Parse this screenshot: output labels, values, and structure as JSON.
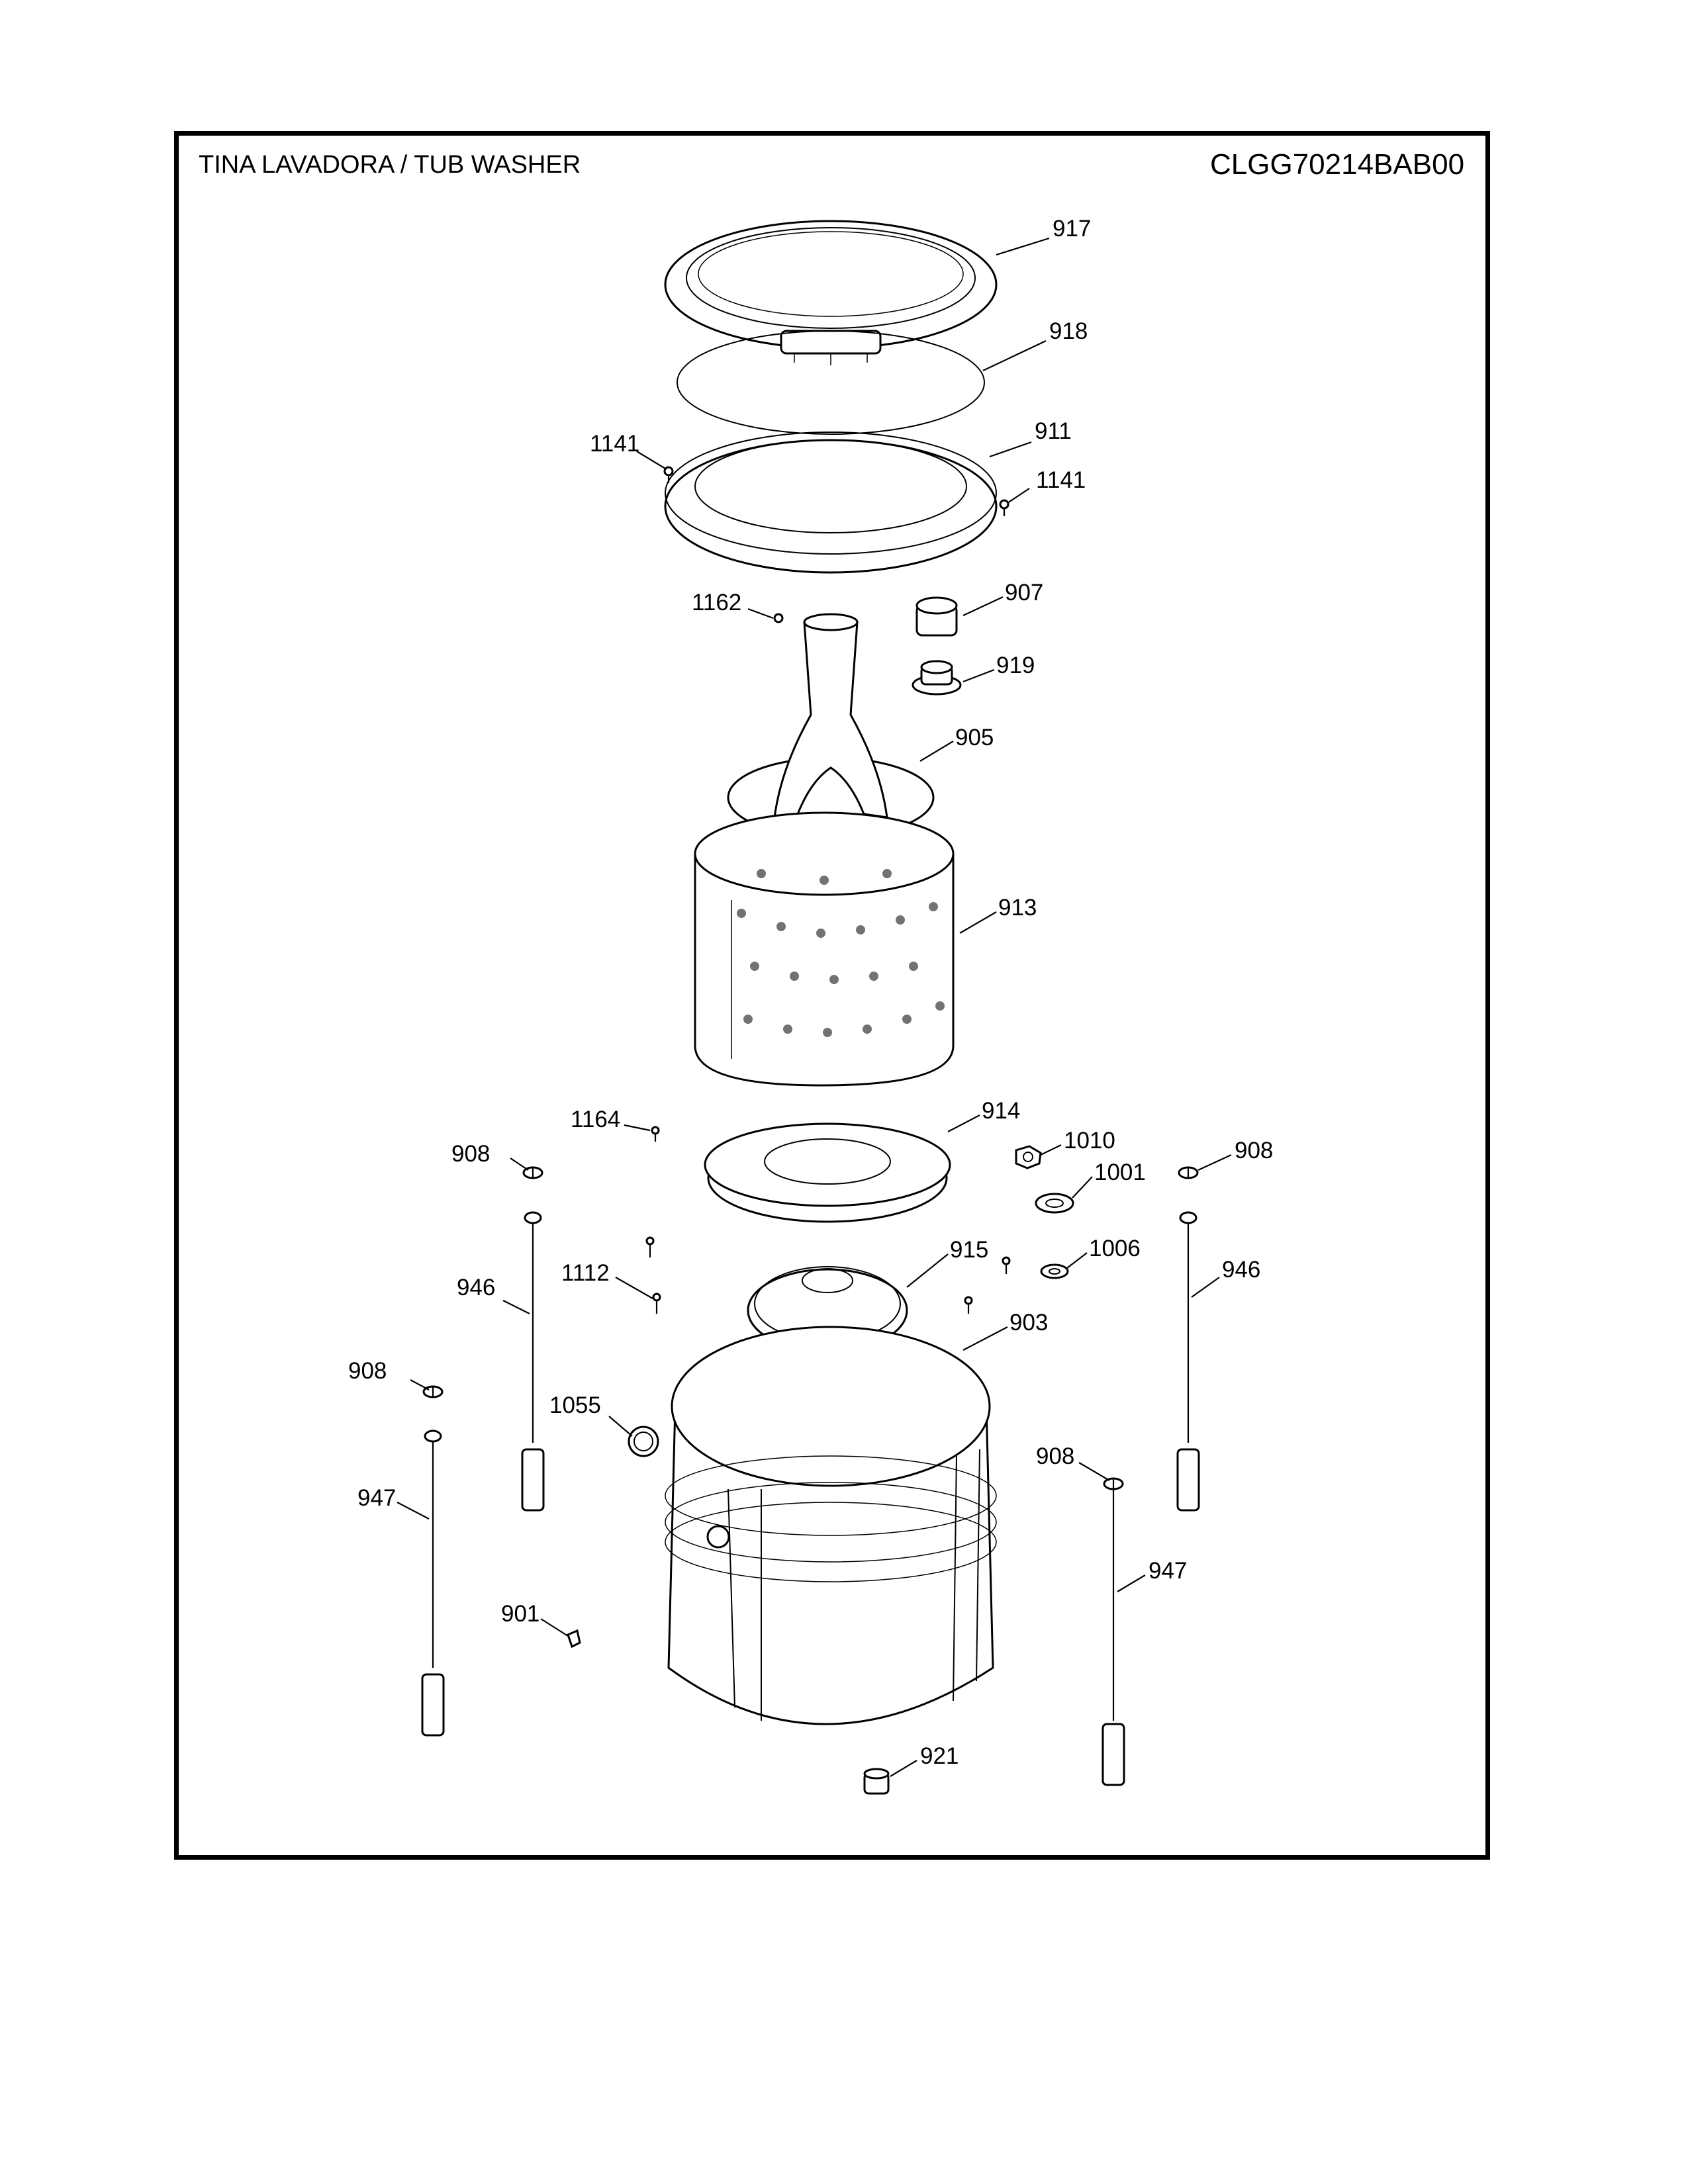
{
  "header": {
    "title": "TINA LAVADORA / TUB WASHER",
    "model": "CLGG70214BAB00"
  },
  "callouts": {
    "p917": "917",
    "p918": "918",
    "p911": "911",
    "p1141a": "1141",
    "p1141b": "1141",
    "p1162": "1162",
    "p907": "907",
    "p919": "919",
    "p905": "905",
    "p913": "913",
    "p1164": "1164",
    "p914": "914",
    "p1010": "1010",
    "p1001": "1001",
    "p908a": "908",
    "p908b": "908",
    "p908c": "908",
    "p908d": "908",
    "p1006": "1006",
    "p915": "915",
    "p1112": "1112",
    "p946a": "946",
    "p946b": "946",
    "p903": "903",
    "p1055": "1055",
    "p947a": "947",
    "p947b": "947",
    "p901": "901",
    "p921": "921"
  }
}
